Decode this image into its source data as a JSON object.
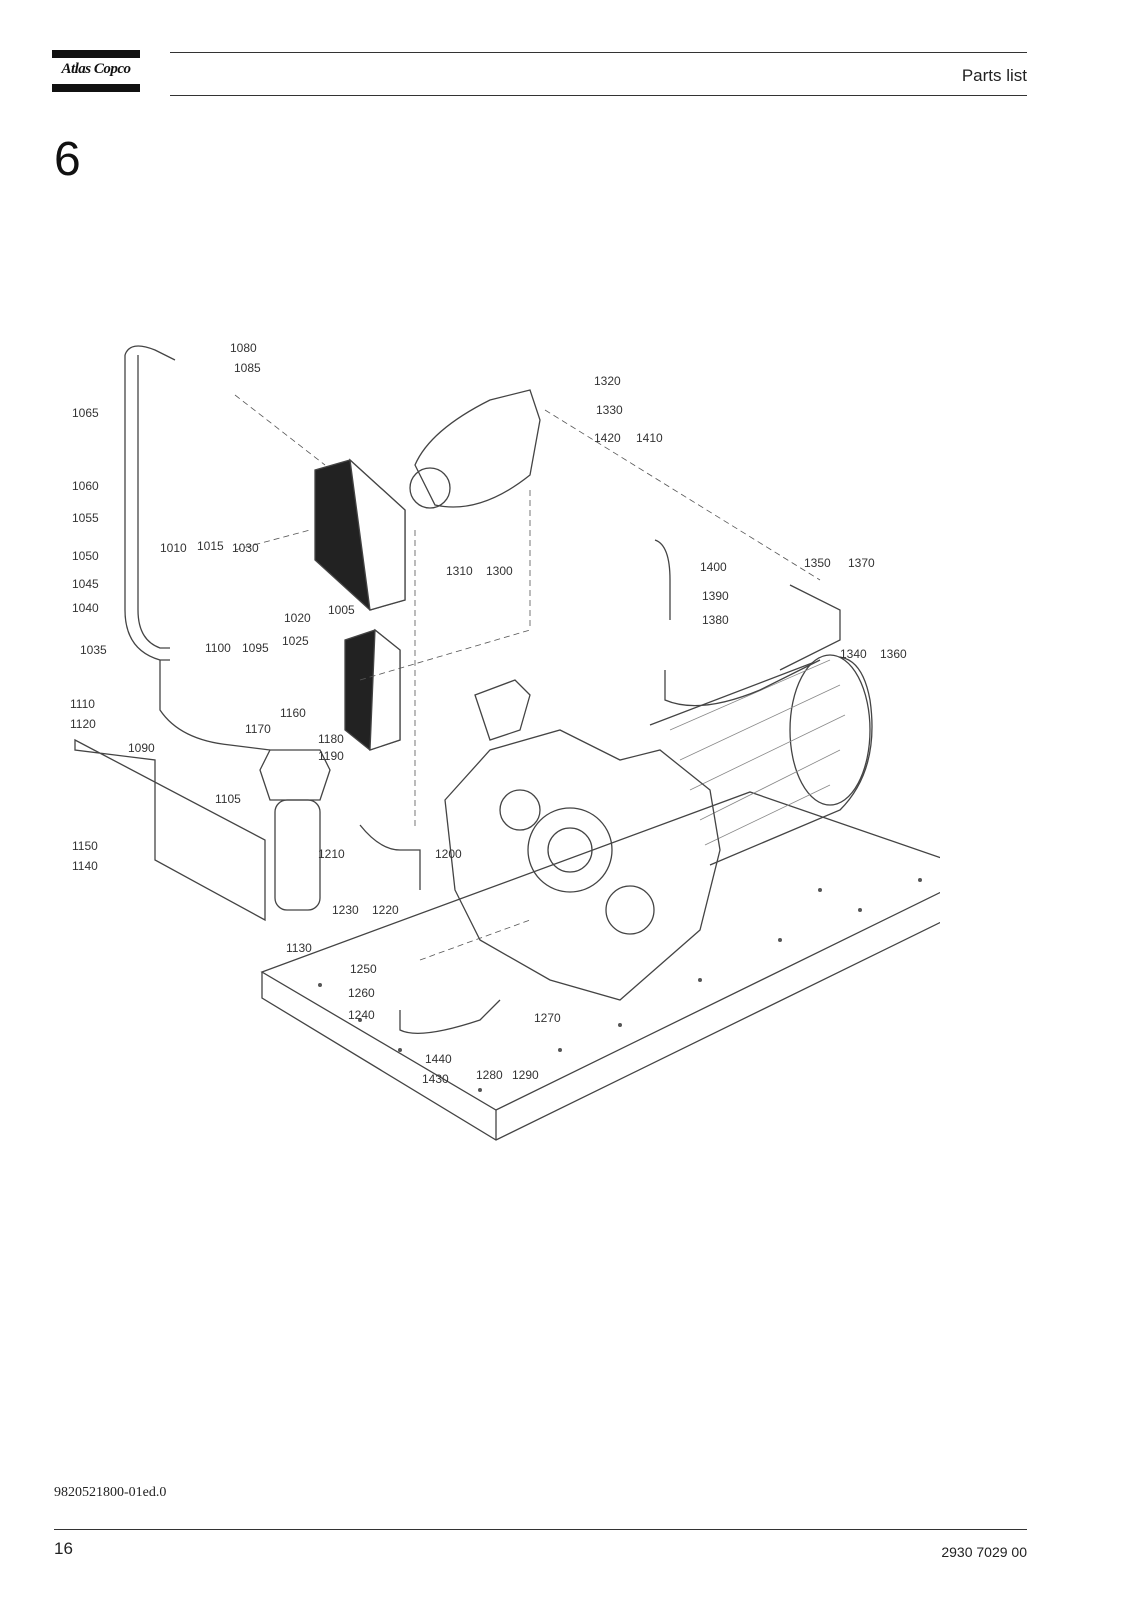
{
  "header": {
    "brand": "Atlas Copco",
    "title": "Parts list"
  },
  "section_number": "6",
  "callouts": [
    "1080",
    "1085",
    "1065",
    "1060",
    "1055",
    "1050",
    "1045",
    "1040",
    "1035",
    "1010",
    "1015",
    "1030",
    "1020",
    "1025",
    "1005",
    "1100",
    "1095",
    "1110",
    "1120",
    "1090",
    "1105",
    "1150",
    "1140",
    "1130",
    "1160",
    "1170",
    "1180",
    "1190",
    "1200",
    "1210",
    "1220",
    "1230",
    "1250",
    "1260",
    "1240",
    "1270",
    "1440",
    "1430",
    "1280",
    "1290",
    "1310",
    "1300",
    "1320",
    "1330",
    "1420",
    "1410",
    "1400",
    "1390",
    "1380",
    "1350",
    "1370",
    "1340",
    "1360"
  ],
  "footer": {
    "doc_ref": "9820521800-01ed.0",
    "page_number": "16",
    "part_number": "2930 7029 00"
  }
}
